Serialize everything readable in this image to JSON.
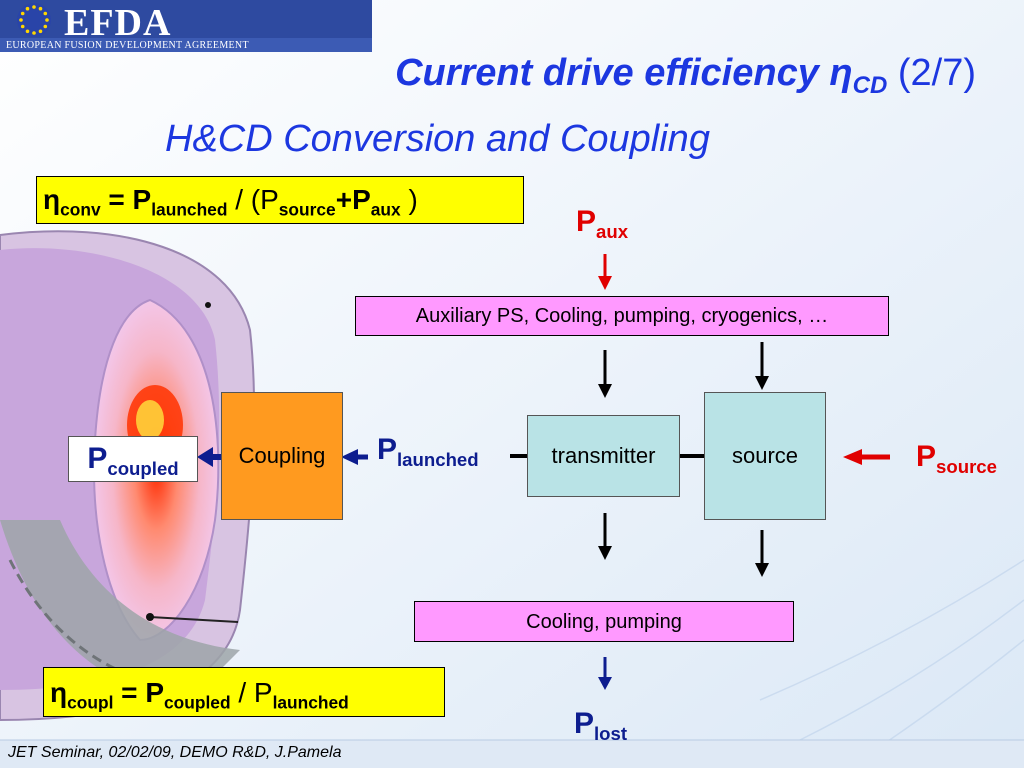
{
  "logo": {
    "name": "EFDA",
    "subtitle": "EUROPEAN FUSION DEVELOPMENT AGREEMENT"
  },
  "title": {
    "main": "Current drive efficiency η",
    "sub": "CD",
    "count": "(2/7)"
  },
  "subtitle": "H&CD Conversion and Coupling",
  "formula_conv": {
    "eta": "η",
    "eta_sub": "conv",
    "eq": " = P",
    "s1": "launched",
    "mid": " / (P",
    "s2": "source",
    "plus": "+P",
    "s3": "aux",
    "close": " )"
  },
  "formula_coupl": {
    "eta": "η",
    "eta_sub": "coupl",
    "eq": " = P",
    "s1": "coupled",
    "mid": " / P",
    "s2": "launched"
  },
  "labels": {
    "p_aux": {
      "p": "P",
      "sub": "aux"
    },
    "p_source": {
      "p": "P",
      "sub": "source"
    },
    "p_launched": {
      "p": "P",
      "sub": "launched"
    },
    "p_lost": {
      "p": "P",
      "sub": "lost"
    },
    "p_coupled": {
      "p": "P",
      "sub": "coupled"
    }
  },
  "boxes": {
    "auxiliary": "Auxiliary PS, Cooling, pumping, cryogenics, …",
    "cooling": "Cooling, pumping",
    "transmitter": "transmitter",
    "source": "source",
    "coupling": "Coupling"
  },
  "footer": "JET Seminar, 02/02/09, DEMO R&D, J.Pamela",
  "colors": {
    "title_blue": "#1c37e0",
    "red": "#e00000",
    "navy": "#0d1d8f",
    "pink": "#ff99ff",
    "teal": "#b9e3e6",
    "orange": "#ff9a1f",
    "yellow": "#ffff00"
  }
}
